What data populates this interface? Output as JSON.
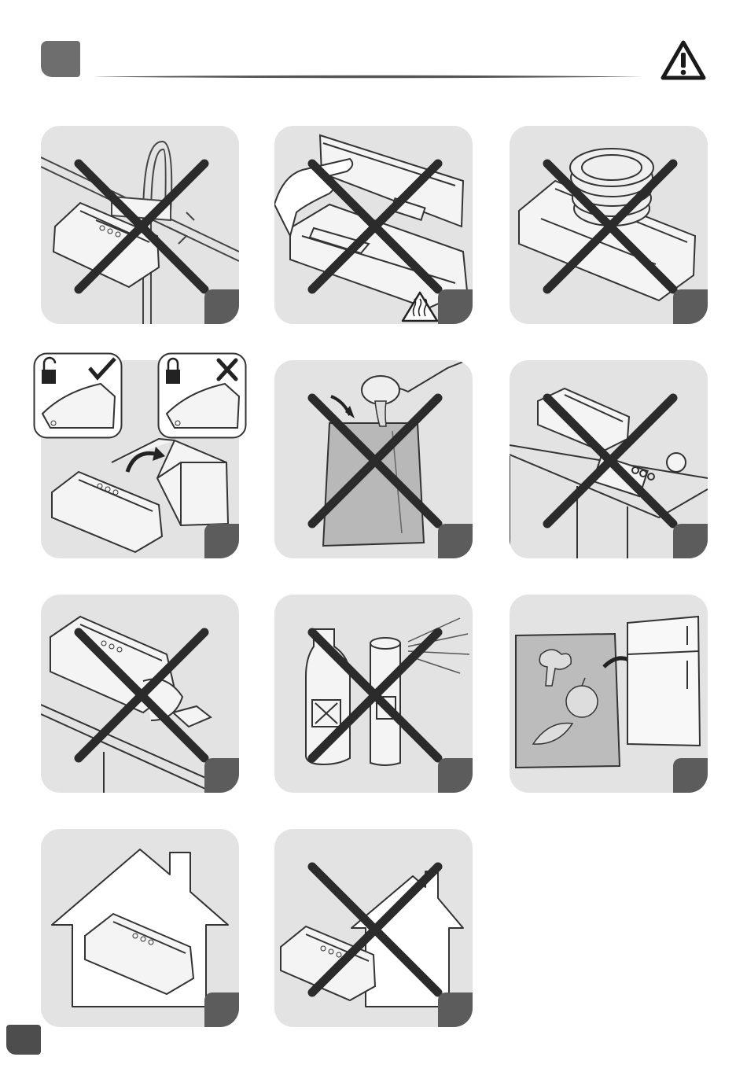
{
  "header": {
    "warning_icon": "warning-triangle-icon"
  },
  "colors": {
    "panel": "#e3e3e3",
    "badge": "#5c5c5c",
    "cross": "#2b2b2b",
    "header_square": "#6e6e6e"
  },
  "panels": [
    {
      "id": "no-water",
      "prohibited": true,
      "icon": "faucet-icon"
    },
    {
      "id": "hot-surface",
      "prohibited": true,
      "icon": "hot-surface-warning-icon"
    },
    {
      "id": "no-objects-on-top",
      "prohibited": true,
      "icon": "stacked-plates-icon"
    },
    {
      "id": "store-unlocked",
      "prohibited": false,
      "icon": "box-icon"
    },
    {
      "id": "no-liquids",
      "prohibited": true,
      "icon": "ladle-icon"
    },
    {
      "id": "no-hot-surface-placement",
      "prohibited": true,
      "icon": "stove-icon"
    },
    {
      "id": "no-heat-near-edge",
      "prohibited": true,
      "icon": "sponge-icon"
    },
    {
      "id": "no-flammable",
      "prohibited": true,
      "icon": "bottle-icon"
    },
    {
      "id": "refrigerate-food",
      "prohibited": false,
      "icon": "fridge-icon"
    },
    {
      "id": "indoor-use",
      "prohibited": false,
      "icon": "house-icon"
    },
    {
      "id": "no-outdoor-use",
      "prohibited": true,
      "icon": "house-outside-icon"
    }
  ]
}
